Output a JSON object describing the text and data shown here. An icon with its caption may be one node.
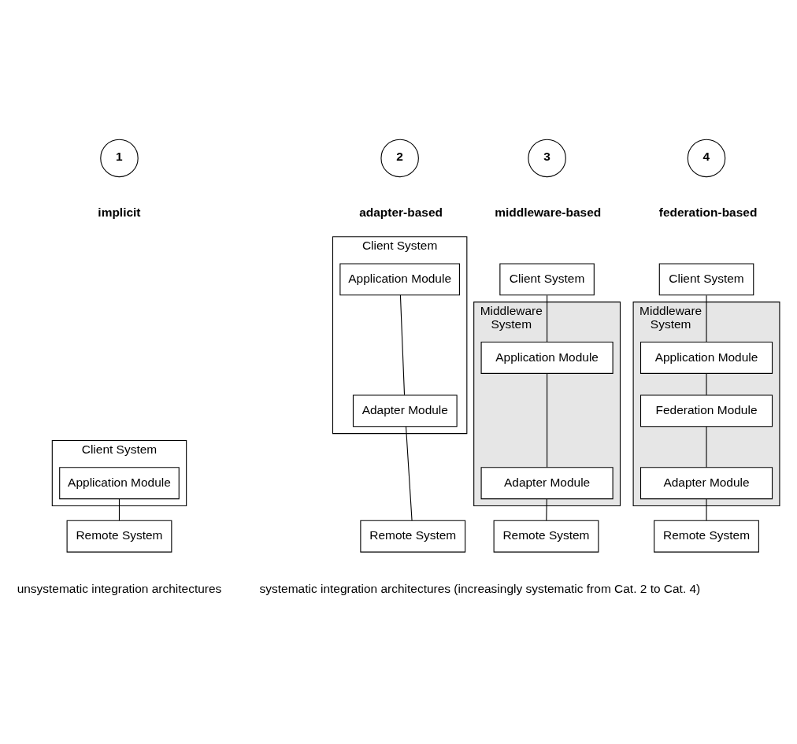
{
  "diagram": {
    "nodes": [
      {
        "text": [
          "1"
        ]
      },
      {
        "text": [
          "2"
        ]
      },
      {
        "text": [
          "3"
        ]
      },
      {
        "text": [
          "4"
        ]
      },
      {
        "text": [
          "Client System"
        ]
      },
      {
        "text": [
          "Application Module"
        ],
        "in": 4
      },
      {
        "text": [
          "Remote System"
        ]
      },
      {
        "text": [
          "Client System"
        ]
      },
      {
        "text": [
          "Application Module"
        ],
        "in": 7
      },
      {
        "text": [
          "Adapter Module"
        ],
        "in": 7
      },
      {
        "text": [
          "Remote System"
        ]
      },
      {
        "text": [
          "Client System"
        ]
      },
      {
        "text": [
          "Middleware System"
        ]
      },
      {
        "text": [
          "Application Module"
        ],
        "in": 12
      },
      {
        "text": [
          "Adapter Module"
        ],
        "in": 12
      },
      {
        "text": [
          "Remote System"
        ]
      },
      {
        "text": [
          "Client System"
        ]
      },
      {
        "text": [
          "Middleware System"
        ]
      },
      {
        "text": [
          "Application Module"
        ],
        "in": 17
      },
      {
        "text": [
          "Federation Module"
        ],
        "in": 17
      },
      {
        "text": [
          "Adapter Module"
        ],
        "in": 17
      },
      {
        "text": [
          "Remote System"
        ]
      }
    ],
    "edges": [
      {
        "from": 5,
        "to": 6,
        "arrow": "none"
      },
      {
        "from": 8,
        "to": 9,
        "arrow": "none"
      },
      {
        "from": 9,
        "to": 10,
        "arrow": "none"
      },
      {
        "from": 11,
        "to": 13,
        "arrow": "none"
      },
      {
        "from": 13,
        "to": 14,
        "arrow": "none"
      },
      {
        "from": 14,
        "to": 15,
        "arrow": "none"
      },
      {
        "from": 16,
        "to": 18,
        "arrow": "none"
      },
      {
        "from": 18,
        "to": 19,
        "arrow": "none"
      },
      {
        "from": 19,
        "to": 20,
        "arrow": "none"
      },
      {
        "from": 20,
        "to": 21,
        "arrow": "none"
      }
    ],
    "labels": [
      "implicit",
      "adapter-based",
      "middleware-based",
      "federation-based",
      "unsystematic integration architectures",
      "systematic integration architectures (increasingly systematic from Cat. 2 to Cat. 4)"
    ]
  }
}
